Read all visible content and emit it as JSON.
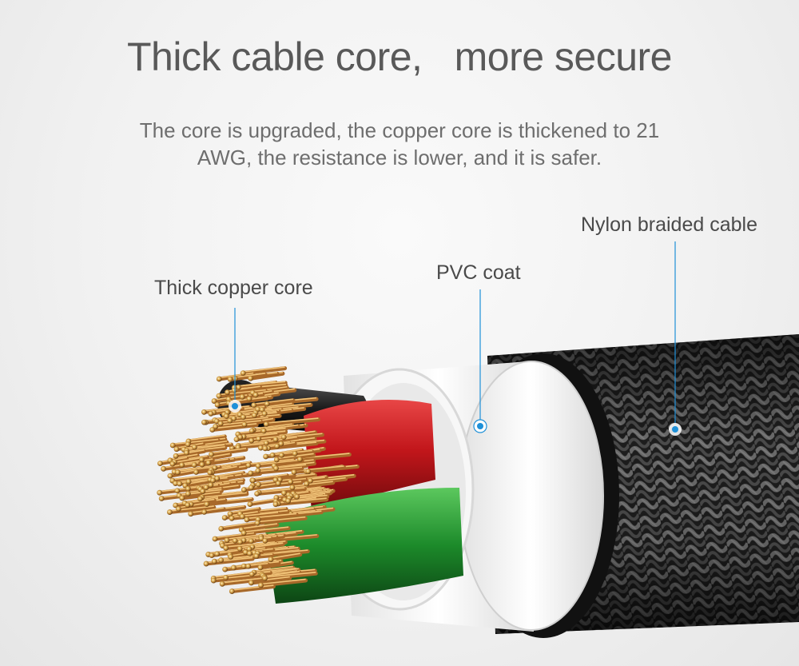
{
  "header": {
    "title": "Thick cable core,   more secure",
    "subtitle": "The core is upgraded, the copper core is thickened to 21 AWG, the resistance is lower, and it is safer."
  },
  "callouts": {
    "copper": "Thick copper core",
    "pvc": "PVC coat",
    "nylon": "Nylon braided cable"
  },
  "colors": {
    "accent": "#1e90d8",
    "copper": "#c98c3a",
    "red_wire": "#c0141a",
    "green_wire": "#1e8a2a",
    "black_wire": "#1a1a1a",
    "pvc": "#f4f4f4",
    "braid": "#2b2b2b"
  }
}
